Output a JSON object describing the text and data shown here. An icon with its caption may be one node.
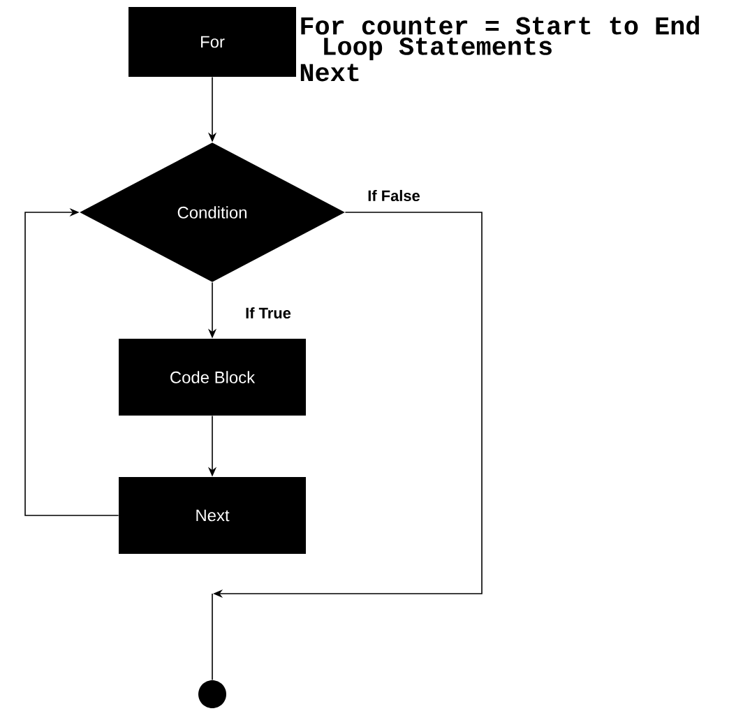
{
  "diagram": {
    "nodes": [
      {
        "text": [
          "For"
        ]
      },
      {
        "text": [
          "Condition"
        ]
      },
      {
        "text": [
          "Code Block"
        ]
      },
      {
        "text": [
          "Next"
        ]
      },
      {
        "text": [],
        "shape": "circle"
      }
    ],
    "edges": [
      {
        "from": 0,
        "to": 1,
        "arrow": "to"
      },
      {
        "from": 1,
        "to": 2,
        "arrow": "to",
        "label": "If True"
      },
      {
        "from": 2,
        "to": 3,
        "arrow": "to"
      },
      {
        "from": 3,
        "to": 1,
        "arrow": "to"
      },
      {
        "from": 1,
        "to": null,
        "arrow": "to",
        "label": "If False"
      },
      {
        "from": null,
        "to": 4,
        "arrow": "none"
      }
    ],
    "labels": [
      "For counter = Start to End",
      "Loop Statements",
      "Next"
    ]
  }
}
